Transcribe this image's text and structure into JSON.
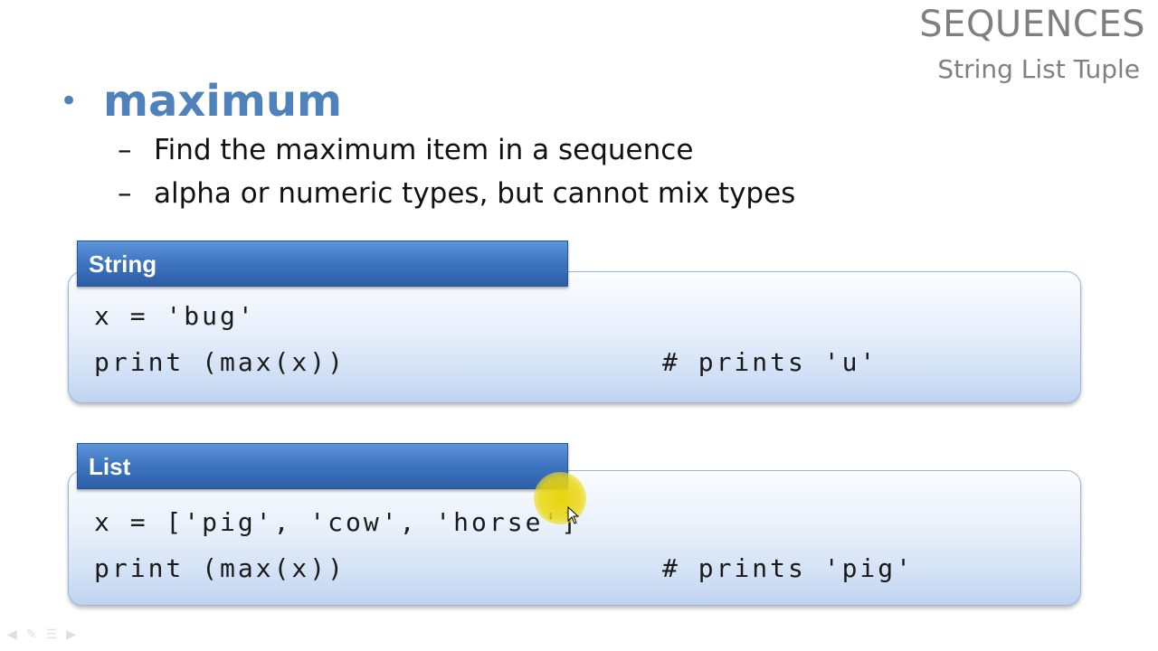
{
  "header": {
    "title": "SEQUENCES",
    "subtitle": "String List Tuple"
  },
  "content": {
    "bullet": "•",
    "heading": "maximum",
    "sub_bullets": [
      "Find the maximum item in a sequence",
      "alpha or numeric types, but cannot mix types"
    ],
    "dash": "–"
  },
  "examples": [
    {
      "label": "String",
      "code_line_1": "x = 'bug'",
      "code_line_2": "print (max(x))",
      "comment": "# prints 'u'"
    },
    {
      "label": "List",
      "code_line_1": "x = ['pig', 'cow', 'horse']",
      "code_line_2": "print (max(x))",
      "comment": "# prints 'pig'"
    }
  ],
  "colors": {
    "accent": "#4f81bd",
    "header_gray": "#7f7f7f",
    "box_header": "#3f76c2",
    "cursor_highlight": "#e6d200"
  }
}
